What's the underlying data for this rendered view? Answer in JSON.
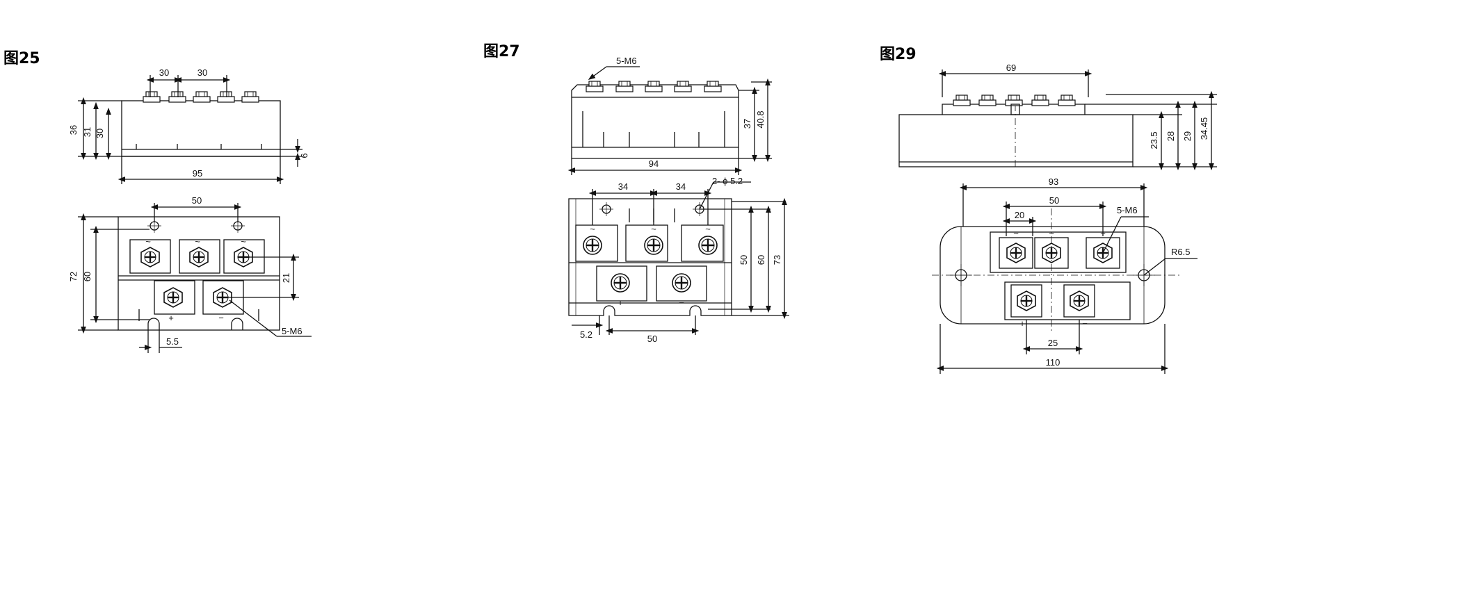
{
  "figures": {
    "fig25": {
      "title": "图25",
      "side_dims": {
        "d30a": "30",
        "d30b": "30",
        "h36": "36",
        "h31": "31",
        "h30": "30",
        "h6": "6",
        "w95": "95"
      },
      "top_dims": {
        "d50": "50",
        "h72": "72",
        "h60": "60",
        "d21": "21",
        "d55": "5.5",
        "screw": "5-M6"
      },
      "terminal_marks": {
        "t1": "~",
        "t2": "~",
        "t3": "~",
        "plus": "+",
        "minus": "−"
      }
    },
    "fig27": {
      "title": "图27",
      "side_dims": {
        "screw": "5-M6",
        "h37": "37",
        "h408": "40.8",
        "w94": "94"
      },
      "top_dims": {
        "d34a": "34",
        "d34b": "34",
        "hole": "2- ϕ 5.2",
        "d50v": "50",
        "h60": "60",
        "h73": "73",
        "d52": "5.2",
        "d50": "50"
      },
      "terminal_marks": {
        "t1": "~",
        "t2": "~",
        "t3": "~",
        "plus": "+",
        "minus": "−"
      }
    },
    "fig29": {
      "title": "图29",
      "side_dims": {
        "d69": "69",
        "h235": "23.5",
        "h28": "28",
        "h29": "29",
        "h3445": "34.45"
      },
      "top_dims": {
        "d93": "93",
        "d50": "50",
        "d20": "20",
        "screw": "5-M6",
        "r65": "R6.5",
        "d25": "25",
        "d110": "110"
      },
      "terminal_marks": {
        "t1": "~",
        "t2": "~",
        "t3": "~",
        "plus": "+",
        "minus": "−"
      }
    }
  }
}
